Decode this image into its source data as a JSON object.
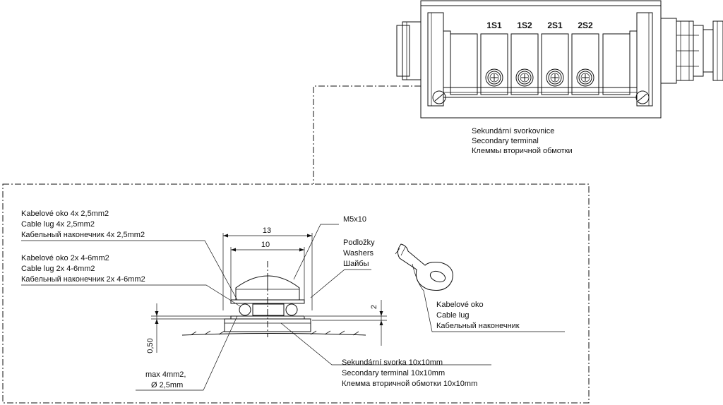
{
  "terminal_block": {
    "terminals": [
      "1S1",
      "1S2",
      "2S1",
      "2S2"
    ],
    "caption": [
      "Sekundární svorkovnice",
      "Secondary terminal",
      "Клеммы вторичной обмотки"
    ]
  },
  "detail": {
    "cable_lug_4x": [
      "Kabelové oko 4x 2,5mm2",
      "Cable lug 4x 2,5mm2",
      "Кабельный наконечник 4x 2,5mm2"
    ],
    "cable_lug_2x": [
      "Kabelové oko 2x 4-6mm2",
      "Cable lug 2x 4-6mm2",
      "Кабельный наконечник 2x 4-6mm2"
    ],
    "screw": "M5x10",
    "washers": [
      "Podložky",
      "Washers",
      "Шайбы"
    ],
    "dim_13": "13",
    "dim_10": "10",
    "dim_2": "2",
    "dim_050": "0,50",
    "wire_max": [
      "max 4mm2,",
      "Ø  2,5mm"
    ],
    "sec_terminal": [
      "Sekundární svorka 10x10mm",
      "Secondary terminal 10x10mm",
      "Клемма вторичной обмотки 10x10mm"
    ],
    "lug_caption": [
      "Kabelové oko",
      "Cable lug",
      "Кабельный наконечник"
    ]
  }
}
